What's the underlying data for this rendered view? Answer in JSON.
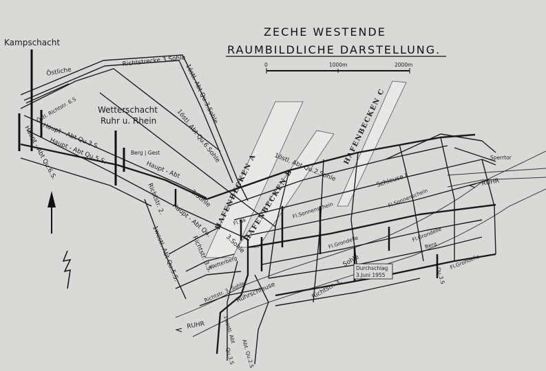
{
  "title": {
    "line1": "ZECHE WESTENDE",
    "line2": "RAUMBILDLICHE DARSTELLUNG."
  },
  "scale": {
    "zero": "0",
    "mid": "1000m",
    "end": "2000m"
  },
  "shafts": {
    "kamp": "Kampschacht",
    "wetter_line1": "Wetterschacht",
    "wetter_line2": "Ruhr u. Rhein"
  },
  "harbour_strips": {
    "a": "HAFENBECKEN A",
    "b": "HAFENBECKEN B",
    "c": "HAFENBECKEN C"
  },
  "waterways": {
    "ruhr_east": "RUHR",
    "ruhr_west": "RUHR",
    "schleuse_1": "Schleuse I",
    "schleuse_2": "Ruhrschleuse",
    "sperrtor": "Sperrtor"
  },
  "gallery_labels": {
    "richtstrecke_3": "Richtstrecke 3.Sohle",
    "oestliche": "Östliche",
    "oestl_richtstr_6": "Östl. Richtstr. 6.S",
    "haupt_abt_3": "Haupt - Abt Qu.3.S.",
    "haupt_abt_5": "Haupt - Abt Qu.5.S.",
    "haupt_abt_6": "Haupt - Abt Qu.6.S.",
    "oestl_abt_3": "1östl. Abt Qu.3.Sohle",
    "oestl_abt_6": "1östl. Abt Qu.6.Sohle",
    "oestl_abt_2": "1östl. Abt Qu.2.Sohle",
    "haupt_abt_a": "Haupt - Abt",
    "haupt_abt_b": "Haupt - Abt Qu.",
    "richtstr_2": "Richtstr. 2.",
    "richtstr_3s": "Richtstr. 3.S.",
    "sohle_3": "3.Sohle",
    "sohle_2": "2.Sohle",
    "westl_abt_5": "1westl. Abt Qu.5.S.",
    "richtstrecke_right": "Richtstr. 3.",
    "richtstrecke_sohle": "Sohle",
    "richtstr_sohle_left": "Richtstr. 3. Sohle",
    "westl_abt_low": "1westl. Abt",
    "qu_3s_low": "Qu.3.S",
    "abt_2s": "Abt. Qu.2.S",
    "qu_3s_right": "Qu.3.S",
    "fl_grondelle_1": "Fl.Grondelle",
    "fl_grondelle_2": "Fl.Grondelle",
    "fl_grondelle_3": "Fl.Grondelle",
    "fl_sonnenschein": "Fl.Sonnenschein",
    "fl_sonnenschein_2": "Fl.Sonnenschein",
    "fl_gk": "Fl.Gk",
    "berg": "Berg",
    "berg_gest": "Berg | Gest",
    "wetterberg": "Wetterberg",
    "durchschlag_1": "Durchschlag",
    "durchschlag_2": "3.Juni 1955"
  },
  "colors": {
    "paper": "#d9d9d7",
    "ink": "#1b1b1b"
  },
  "icons": {
    "north": "north-arrow-icon",
    "lightning": "lightning-icon"
  }
}
